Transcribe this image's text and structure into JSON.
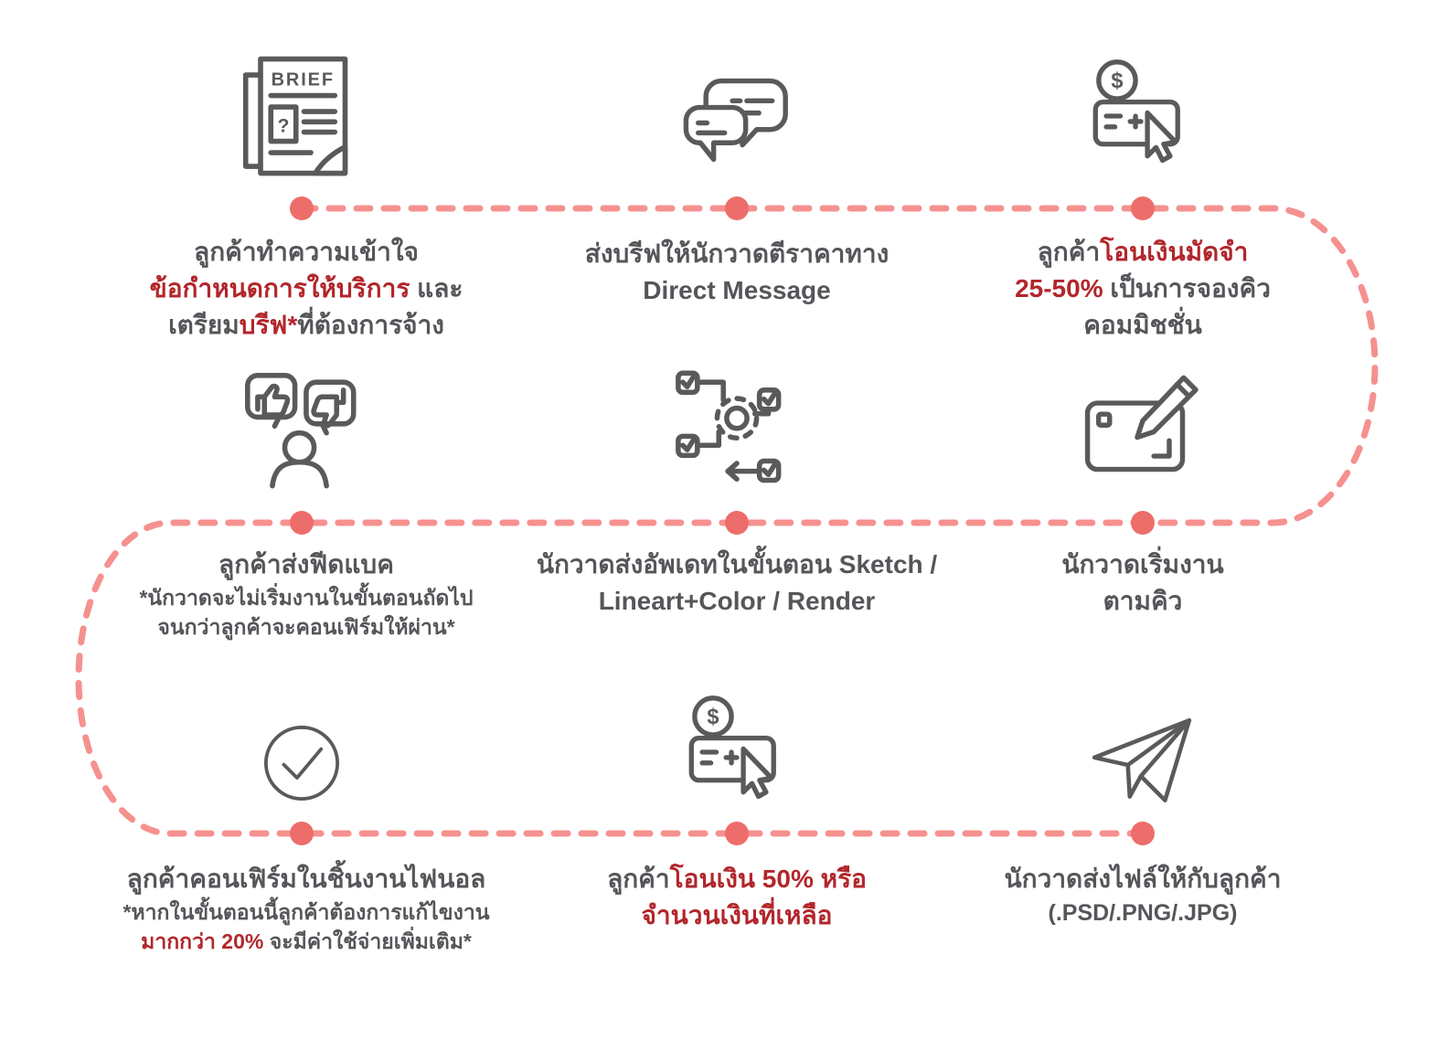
{
  "colors": {
    "bg": "#ffffff",
    "line": "#f5918f",
    "dot": "#ed6d6a",
    "icon": "#595a5c",
    "text": "#55565a",
    "accent": "#b2262b"
  },
  "icons": {
    "brief_label": "BRIEF",
    "question_mark": "?",
    "dollar_sign": "$"
  },
  "steps": [
    {
      "name": "understand-terms-prepare-brief",
      "icon": "brief-document-icon",
      "lines": [
        {
          "style": "main",
          "segments": [
            {
              "text": "ลูกค้าทำความเข้าใจ",
              "color": "dark"
            }
          ]
        },
        {
          "style": "main",
          "segments": [
            {
              "text": "ข้อกำหนดการให้บริการ",
              "color": "red"
            },
            {
              "text": " และ",
              "color": "dark"
            }
          ]
        },
        {
          "style": "main",
          "segments": [
            {
              "text": "เตรียม",
              "color": "dark"
            },
            {
              "text": "บรีฟ*",
              "color": "red"
            },
            {
              "text": "ที่ต้องการจ้าง",
              "color": "dark"
            }
          ]
        }
      ]
    },
    {
      "name": "send-brief-for-quote",
      "icon": "chat-bubbles-icon",
      "lines": [
        {
          "style": "main",
          "segments": [
            {
              "text": "ส่งบรีฟให้นักวาดตีราคาทาง",
              "color": "dark"
            }
          ]
        },
        {
          "style": "main",
          "segments": [
            {
              "text": "Direct Message",
              "color": "dark"
            }
          ]
        }
      ]
    },
    {
      "name": "deposit-payment",
      "icon": "money-transfer-click-icon",
      "lines": [
        {
          "style": "main",
          "segments": [
            {
              "text": "ลูกค้า",
              "color": "dark"
            },
            {
              "text": "โอนเงินมัดจำ",
              "color": "red"
            }
          ]
        },
        {
          "style": "main",
          "segments": [
            {
              "text": "25-50%",
              "color": "red"
            },
            {
              "text": " เป็นการจองคิว",
              "color": "dark"
            }
          ]
        },
        {
          "style": "main",
          "segments": [
            {
              "text": "คอมมิชชั่น",
              "color": "dark"
            }
          ]
        }
      ]
    },
    {
      "name": "customer-feedback",
      "icon": "feedback-thumbs-icon",
      "lines": [
        {
          "style": "main",
          "segments": [
            {
              "text": "ลูกค้าส่งฟีดแบค",
              "color": "dark"
            }
          ]
        },
        {
          "style": "note",
          "segments": [
            {
              "text": "*นักวาดจะไม่เริ่มงานในขั้นตอนถัดไป",
              "color": "dark"
            }
          ]
        },
        {
          "style": "note",
          "segments": [
            {
              "text": "จนกว่าลูกค้าจะคอนเฟิร์มให้ผ่าน*",
              "color": "dark"
            }
          ]
        }
      ]
    },
    {
      "name": "artist-progress-updates",
      "icon": "workflow-gear-icon",
      "lines": [
        {
          "style": "main",
          "segments": [
            {
              "text": "นักวาดส่งอัพเดทในขั้นตอน Sketch /",
              "color": "dark"
            }
          ]
        },
        {
          "style": "main",
          "segments": [
            {
              "text": "Lineart+Color / Render",
              "color": "dark"
            }
          ]
        }
      ]
    },
    {
      "name": "artist-starts-work",
      "icon": "drawing-tablet-icon",
      "lines": [
        {
          "style": "main",
          "segments": [
            {
              "text": "นักวาดเริ่มงาน",
              "color": "dark"
            }
          ]
        },
        {
          "style": "main",
          "segments": [
            {
              "text": "ตามคิว",
              "color": "dark"
            }
          ]
        }
      ]
    },
    {
      "name": "final-confirmation",
      "icon": "check-circle-icon",
      "lines": [
        {
          "style": "main",
          "segments": [
            {
              "text": "ลูกค้าคอนเฟิร์มในชิ้นงานไฟนอล",
              "color": "dark"
            }
          ]
        },
        {
          "style": "note",
          "segments": [
            {
              "text": "*หากในขั้นตอนนี้ลูกค้าต้องการแก้ไขงาน",
              "color": "dark"
            }
          ]
        },
        {
          "style": "note",
          "segments": [
            {
              "text": "มากกว่า 20%",
              "color": "red"
            },
            {
              "text": " จะมีค่าใช้จ่ายเพิ่มเติม*",
              "color": "dark"
            }
          ]
        }
      ]
    },
    {
      "name": "final-payment",
      "icon": "money-transfer-click-icon",
      "lines": [
        {
          "style": "main",
          "segments": [
            {
              "text": "ลูกค้า",
              "color": "dark"
            },
            {
              "text": "โอนเงิน 50% หรือ",
              "color": "red"
            }
          ]
        },
        {
          "style": "main",
          "segments": [
            {
              "text": "จำนวนเงินที่เหลือ",
              "color": "red"
            }
          ]
        }
      ]
    },
    {
      "name": "artist-sends-files",
      "icon": "paper-plane-icon",
      "lines": [
        {
          "style": "main",
          "segments": [
            {
              "text": "นักวาดส่งไฟล์ให้กับลูกค้า",
              "color": "dark"
            }
          ]
        },
        {
          "style": "sub",
          "segments": [
            {
              "text": "(.PSD/.PNG/.JPG)",
              "color": "dark"
            }
          ]
        }
      ]
    }
  ]
}
